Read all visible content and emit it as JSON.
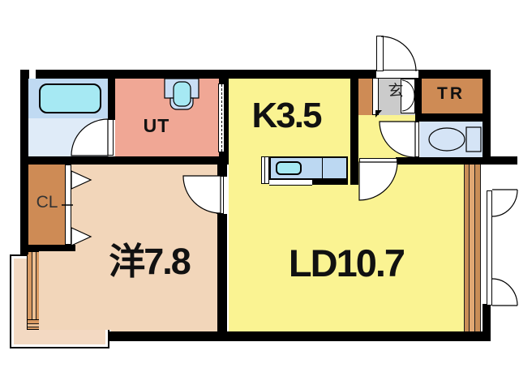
{
  "floorplan": {
    "labels": {
      "utility": "UT",
      "kitchen": "K3.5",
      "trunk": "TR",
      "entrance": "玄",
      "closet": "CL",
      "western_room": "洋7.8",
      "living_dining": "LD10.7"
    },
    "colors": {
      "wall": "#000000",
      "room_yellow": "#FAF392",
      "room_beige": "#F2D6BA",
      "room_salmon": "#F0A795",
      "storage_brown": "#CE8B55",
      "water_blue": "#C5DCF4",
      "bath_upper_blue": "#C0DAF2",
      "bath_floor_blue": "#DFEBF8",
      "fixture_cyan": "#A6E9F3",
      "genkan_gray": "#CBCBCB"
    }
  }
}
